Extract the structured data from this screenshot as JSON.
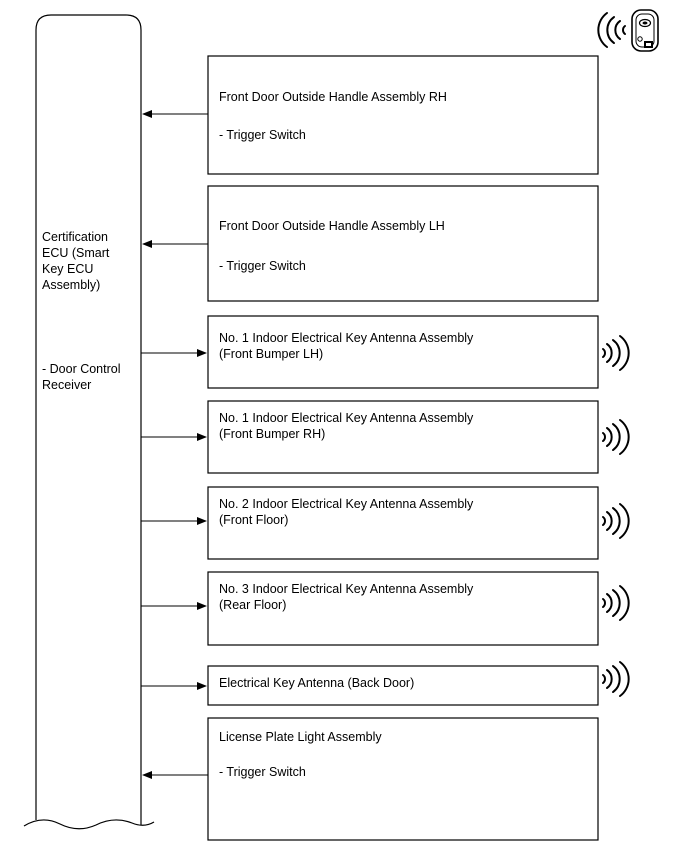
{
  "ecu": {
    "title_lines": [
      "Certification",
      "ECU (Smart",
      "Key ECU",
      "Assembly)"
    ],
    "sub_lines": [
      "- Door Control",
      "Receiver"
    ]
  },
  "components": [
    {
      "id": "front-door-handle-rh",
      "lines": [
        "Front Door Outside Handle Assembly RH",
        "",
        "- Trigger Switch"
      ],
      "direction": "to-ecu",
      "wireless": false
    },
    {
      "id": "front-door-handle-lh",
      "lines": [
        "Front Door Outside Handle Assembly LH",
        "",
        "- Trigger Switch"
      ],
      "direction": "to-ecu",
      "wireless": false
    },
    {
      "id": "no1-antenna-front-bumper-lh",
      "lines": [
        "No. 1 Indoor Electrical Key Antenna Assembly",
        "(Front Bumper LH)"
      ],
      "direction": "from-ecu",
      "wireless": true
    },
    {
      "id": "no1-antenna-front-bumper-rh",
      "lines": [
        "No. 1 Indoor Electrical Key Antenna Assembly",
        "(Front Bumper RH)"
      ],
      "direction": "from-ecu",
      "wireless": true
    },
    {
      "id": "no2-antenna-front-floor",
      "lines": [
        "No. 2 Indoor Electrical Key Antenna Assembly",
        "(Front Floor)"
      ],
      "direction": "from-ecu",
      "wireless": true
    },
    {
      "id": "no3-antenna-rear-floor",
      "lines": [
        "No. 3 Indoor Electrical Key Antenna Assembly",
        "(Rear Floor)"
      ],
      "direction": "from-ecu",
      "wireless": true
    },
    {
      "id": "electrical-key-antenna-back-door",
      "lines": [
        "Electrical Key Antenna (Back Door)"
      ],
      "direction": "from-ecu",
      "wireless": true
    },
    {
      "id": "license-plate-light",
      "lines": [
        "License Plate Light Assembly",
        "",
        "- Trigger Switch"
      ],
      "direction": "to-ecu",
      "wireless": false
    }
  ],
  "key_fob": {
    "icon": "smart-key-fob-icon",
    "signal_icon": "wireless-signal-icon"
  }
}
